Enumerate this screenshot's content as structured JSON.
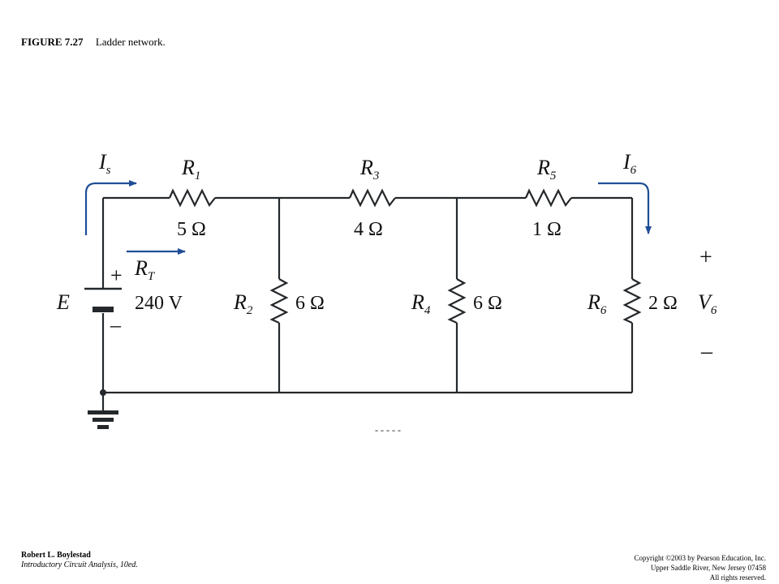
{
  "caption": {
    "figure_number": "FIGURE 7.27",
    "title": "Ladder network."
  },
  "circuit": {
    "source": {
      "name": "E",
      "value": "240 V",
      "plus": "+",
      "minus": "–"
    },
    "source_current": {
      "name": "I",
      "sub": "s"
    },
    "input_resistance": {
      "name": "R",
      "sub": "T"
    },
    "resistors": [
      {
        "name": "R",
        "sub": "1",
        "value": "5 Ω"
      },
      {
        "name": "R",
        "sub": "2",
        "value": "6 Ω"
      },
      {
        "name": "R",
        "sub": "3",
        "value": "4 Ω"
      },
      {
        "name": "R",
        "sub": "4",
        "value": "6 Ω"
      },
      {
        "name": "R",
        "sub": "5",
        "value": "1 Ω"
      },
      {
        "name": "R",
        "sub": "6",
        "value": "2 Ω"
      }
    ],
    "load_current": {
      "name": "I",
      "sub": "6"
    },
    "load_voltage": {
      "name": "V",
      "sub": "6",
      "plus": "+",
      "minus": "–"
    },
    "placeholder_text": "- - - - -"
  },
  "footer": {
    "author": "Robert L. Boylestad",
    "book": "Introductory Circuit Analysis, 10ed.",
    "copyright_lines": [
      "Copyright ©2003 by Pearson Education, Inc.",
      "Upper Saddle River, New Jersey 07458",
      "All rights reserved."
    ]
  },
  "colors": {
    "wire": "#24282b",
    "arrow": "#1f4e96"
  }
}
